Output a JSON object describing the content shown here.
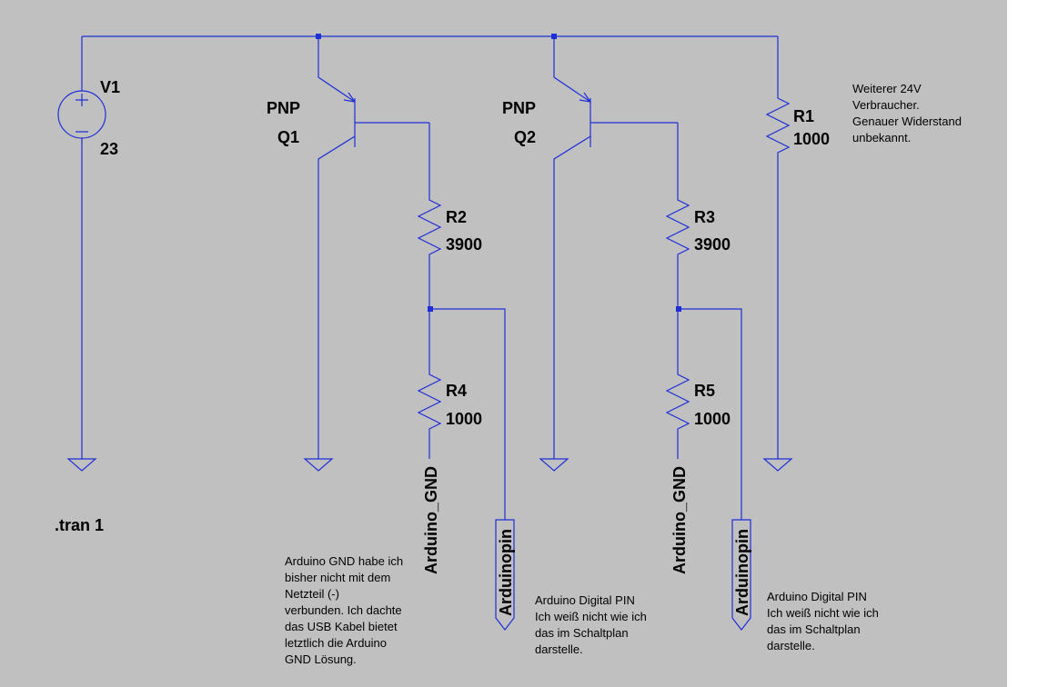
{
  "source": {
    "name": "V1",
    "value": "23"
  },
  "directive": ".tran 1",
  "transistors": [
    {
      "type": "PNP",
      "name": "Q1"
    },
    {
      "type": "PNP",
      "name": "Q2"
    }
  ],
  "resistors": [
    {
      "name": "R1",
      "value": "1000"
    },
    {
      "name": "R2",
      "value": "3900"
    },
    {
      "name": "R3",
      "value": "3900"
    },
    {
      "name": "R4",
      "value": "1000"
    },
    {
      "name": "R5",
      "value": "1000"
    }
  ],
  "net_labels": {
    "gnd_left": "Arduino_GND",
    "pin_left": "Arduinopin",
    "gnd_right": "Arduino_GND",
    "pin_right": "Arduinopin"
  },
  "comments": {
    "load": [
      "Weiterer 24V",
      "Verbraucher.",
      "Genauer Widerstand",
      "unbekannt."
    ],
    "gnd": [
      "Arduino GND habe ich",
      "bisher nicht mit dem",
      "Netzteil (-)",
      "verbunden. Ich dachte",
      "das USB Kabel bietet",
      "letztlich die Arduino",
      "GND Lösung."
    ],
    "pin_left": [
      "Arduino Digital PIN",
      "Ich weiß nicht wie ich",
      "das im Schaltplan",
      "darstelle."
    ],
    "pin_right": [
      "Arduino Digital PIN",
      "Ich weiß nicht wie ich",
      "das im Schaltplan",
      "darstelle."
    ]
  },
  "colors": {
    "wire": "#1f2fd6",
    "background": "#c0c0c0"
  }
}
